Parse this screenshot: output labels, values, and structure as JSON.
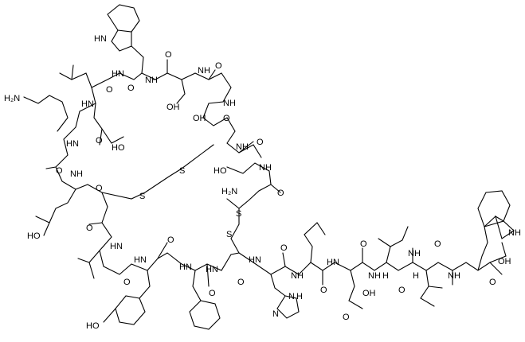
{
  "image": {
    "kind": "chemical structure drawing",
    "background": "#ffffff",
    "ink": "#000000"
  },
  "labels": {
    "nh": "NH",
    "hn": "HN",
    "hn_tilted": "HN",
    "h2n_amine": "H₂N",
    "h2n_terminal": "H₂N",
    "ho": "HO",
    "oh": "OH",
    "cooh_terminal": "OH",
    "s_bridge_left": "S",
    "s_bridge_mid": "S",
    "s_bridge_lower_1": "S",
    "s_bridge_lower_2": "S",
    "o": "O",
    "n": "N",
    "n_h": "N",
    "h": "H",
    "ho_acid_1": "HO",
    "ho_acid_2": "HO",
    "ho_acid_3": "OH",
    "ho_tyr": "HO",
    "oh_ser_1": "OH",
    "oh_ser_2": "HO",
    "oh_ser_3": "OH"
  }
}
